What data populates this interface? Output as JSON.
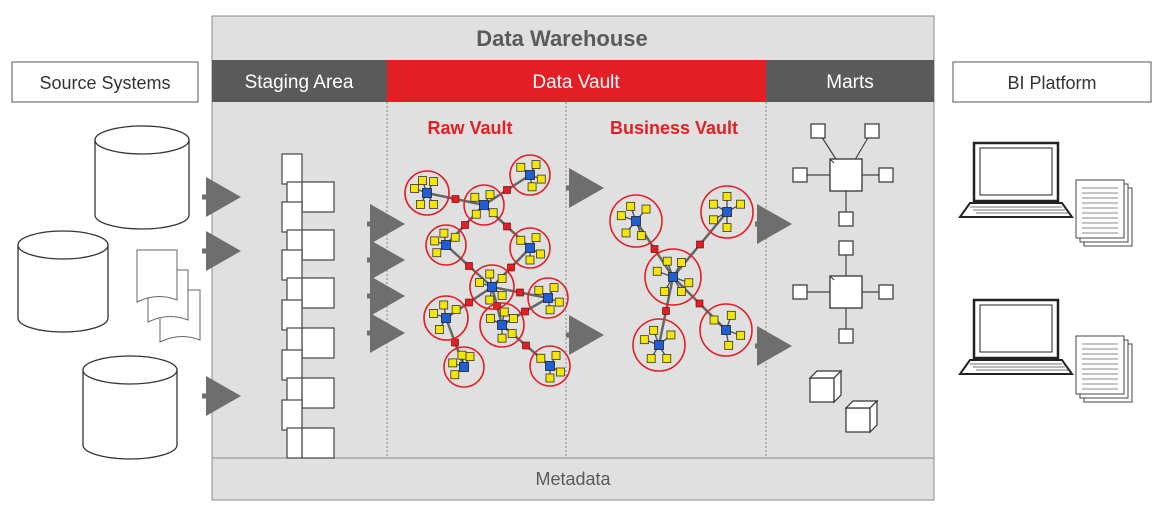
{
  "title": "Data Warehouse",
  "source_systems": {
    "label": "Source Systems"
  },
  "bi_platform": {
    "label": "BI Platform"
  },
  "layers": {
    "staging": "Staging Area",
    "data_vault": "Data Vault",
    "marts": "Marts"
  },
  "sections": {
    "raw_vault": "Raw Vault",
    "business_vault": "Business Vault"
  },
  "metadata": "Metadata",
  "colors": {
    "accent_red": "#e31e24",
    "header_gray": "#5a5a5a",
    "panel_gray": "#e0e0e0",
    "node_blue": "#1f5fd6",
    "node_yellow": "#f5e600",
    "arrow_gray": "#6e6e6e"
  }
}
